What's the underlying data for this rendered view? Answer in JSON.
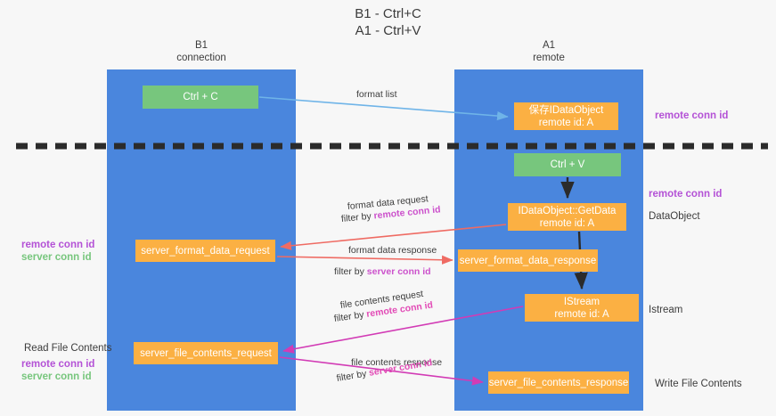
{
  "title": "B1 - Ctrl+C\nA1 - Ctrl+V",
  "lanes": [
    {
      "name": "B1",
      "heading": "B1\nconnection"
    },
    {
      "name": "A1",
      "heading": "A1\nremote"
    }
  ],
  "nodes": {
    "ctrl_c": "Ctrl + C",
    "idataobject": "保存IDataObject\nremote id: A",
    "ctrl_v": "Ctrl + V",
    "getdata": "IDataObject::GetData\nremote id: A",
    "server_format_data_request": "server_format_data_request",
    "server_format_data_response": "server_format_data_response",
    "istream": "IStream\nremote id: A",
    "server_file_contents_request": "server_file_contents_request",
    "server_file_contents_response": "server_file_contents_response"
  },
  "edge_labels": {
    "format_list": "format list",
    "format_data_request": "format data request",
    "format_data_request_filter_prefix": "filter by ",
    "format_data_request_filter_value": "remote conn id",
    "format_data_response": "format data response",
    "format_data_response_filter_prefix": "filter by ",
    "format_data_response_filter_value": "server conn id",
    "file_contents_request": "file contents request",
    "file_contents_request_filter_prefix": "filter by ",
    "file_contents_request_filter_value": "remote conn id",
    "file_contents_response": "file contents response",
    "file_contents_response_filter_prefix": "filter by ",
    "file_contents_response_filter_value": "server conn id"
  },
  "side_labels": {
    "right_remote_conn_id_top": "remote conn id",
    "right_remote_conn_id_mid": "remote conn id",
    "right_dataobject": "DataObject",
    "right_istream": "Istream",
    "right_write_file_contents": "Write File Contents",
    "left_remote_conn_id": "remote conn id",
    "left_server_conn_id": "server conn id",
    "left_read_file_contents": "Read File Contents",
    "left_remote_conn_id_2": "remote conn id",
    "left_server_conn_id_2": "server conn id"
  },
  "colors": {
    "lane": "#4a86dd",
    "node_green": "#77c67d",
    "node_orange": "#fbb043",
    "accent_purple": "#b452d6",
    "accent_green": "#77c67d",
    "arrow_blue": "#6fb4e8",
    "arrow_red": "#ef6b63",
    "arrow_magenta": "#d23bb5",
    "arrow_black": "#2b2b2b",
    "divider": "#2b2b2b"
  }
}
